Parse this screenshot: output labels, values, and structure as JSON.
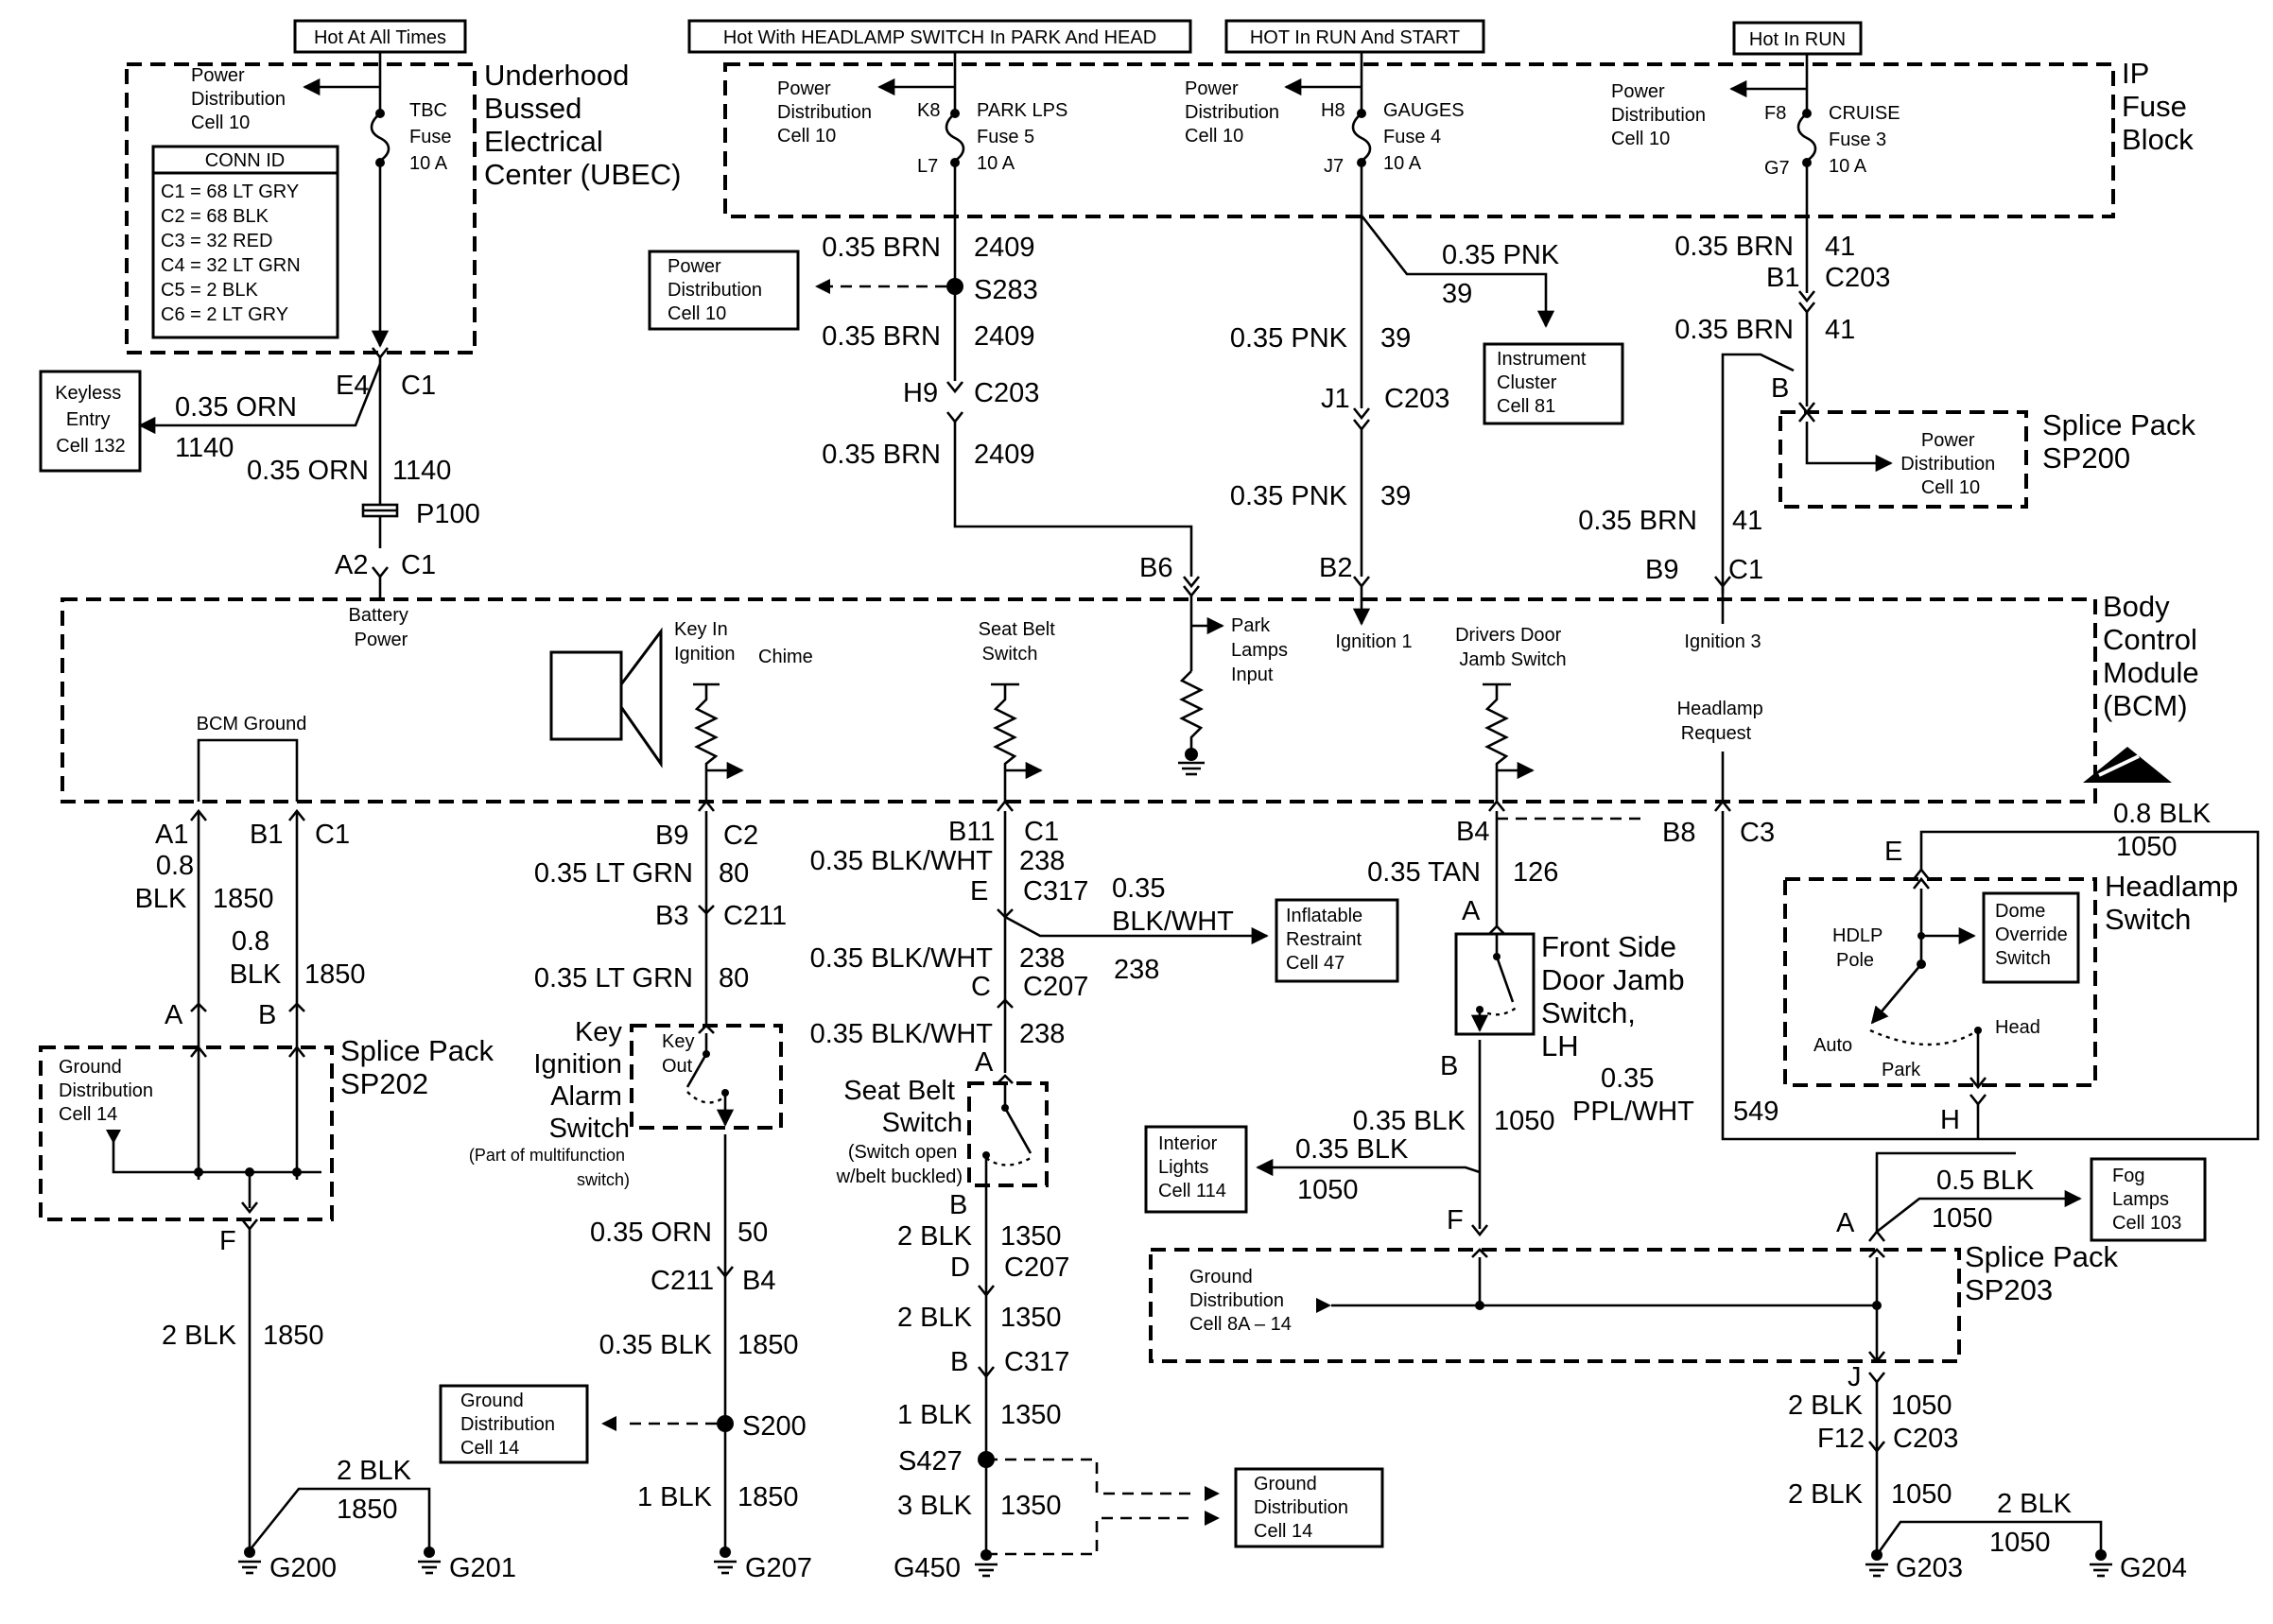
{
  "supply": {
    "hot_at_all_times": "Hot At All Times",
    "hot_headlamp": "Hot With HEADLAMP SWITCH In PARK And HEAD",
    "hot_run_start": "HOT In RUN And START",
    "hot_run": "Hot In RUN"
  },
  "ubec": {
    "title": [
      "Underhood",
      "Bussed",
      "Electrical",
      "Center (UBEC)"
    ],
    "power_ref": [
      "Power",
      "Distribution",
      "Cell 10"
    ],
    "fuse": [
      "TBC",
      "Fuse",
      "10 A"
    ],
    "conn_title": "CONN ID",
    "conn_rows": [
      "C1 = 68 LT GRY",
      "C2 = 68 BLK",
      "C3 = 32 RED",
      "C4 = 32 LT GRN",
      "C5 = 2 BLK",
      "C6 = 2 LT GRY"
    ]
  },
  "ip_fuse_block": {
    "title": [
      "IP",
      "Fuse",
      "Block"
    ],
    "power_ref": [
      "Power",
      "Distribution",
      "Cell 10"
    ],
    "park": {
      "in_pin": "K8",
      "out_pin": "L7",
      "fuse": [
        "PARK LPS",
        "Fuse 5",
        "10 A"
      ]
    },
    "gauges": {
      "in_pin": "H8",
      "out_pin": "J7",
      "fuse": [
        "GAUGES",
        "Fuse 4",
        "10 A"
      ]
    },
    "cruise": {
      "in_pin": "F8",
      "out_pin": "G7",
      "fuse": [
        "CRUISE",
        "Fuse 3",
        "10 A"
      ]
    }
  },
  "col_ubec": {
    "keyless_box": [
      "Keyless",
      "Entry",
      "Cell 132"
    ],
    "e4": "E4",
    "c1": "C1",
    "w1_wire": "0.35 ORN",
    "w1_circ": "1140",
    "w2_wire": "0.35 ORN",
    "w2_circ": "1140",
    "p100": "P100",
    "a2": "A2",
    "c1b": "C1",
    "battery_power": [
      "Battery",
      "Power"
    ]
  },
  "col_park": {
    "w1_wire": "0.35 BRN",
    "w1_circ": "2409",
    "power_box": [
      "Power",
      "Distribution",
      "Cell 10"
    ],
    "splice": "S283",
    "w2_wire": "0.35 BRN",
    "w2_circ": "2409",
    "h9": "H9",
    "c203": "C203",
    "w3_wire": "0.35 BRN",
    "w3_circ": "2409",
    "b6": "B6",
    "park_input": [
      "Park",
      "Lamps",
      "Input"
    ]
  },
  "col_gauges": {
    "branch_wire": "0.35 PNK",
    "branch_circ": "39",
    "cluster_box": [
      "Instrument",
      "Cluster",
      "Cell 81"
    ],
    "w1_wire": "0.35 PNK",
    "w1_circ": "39",
    "j1": "J1",
    "c203": "C203",
    "w2_wire": "0.35 PNK",
    "w2_circ": "39",
    "b2": "B2",
    "ign1": "Ignition 1"
  },
  "col_cruise": {
    "w1_wire": "0.35 BRN",
    "w1_circ": "41",
    "b1": "B1",
    "c203": "C203",
    "w2_wire": "0.35 BRN",
    "w2_circ": "41",
    "sp200_b": "B",
    "sp200_title": [
      "Splice Pack",
      "SP200"
    ],
    "sp200_ref": [
      "Power",
      "Distribution",
      "Cell 10"
    ],
    "w3_wire": "0.35 BRN",
    "w3_circ": "41",
    "b9": "B9",
    "c1": "C1",
    "ign3": "Ignition 3"
  },
  "bcm": {
    "title": [
      "Body",
      "Control",
      "Module",
      "(BCM)"
    ],
    "bcm_ground": "BCM Ground",
    "key_in": [
      "Key In",
      "Ignition"
    ],
    "chime": "Chime",
    "seat_belt": [
      "Seat Belt",
      "Switch"
    ],
    "drivers_door": [
      "Drivers Door",
      "Jamb Switch"
    ],
    "headlamp_request": [
      "Headlamp",
      "Request"
    ]
  },
  "col_ground": {
    "a1": "A1",
    "b1": "B1",
    "c1": "C1",
    "wa_wire": [
      "0.8",
      "BLK"
    ],
    "wa_circ": "1850",
    "wb_wire": [
      "0.8",
      "BLK"
    ],
    "wb_circ": "1850",
    "a": "A",
    "b": "B",
    "sp202_title": [
      "Splice Pack",
      "SP202"
    ],
    "sp202_ref": [
      "Ground",
      "Distribution",
      "Cell 14"
    ],
    "f": "F",
    "w_wire": "2 BLK",
    "w_circ": "1850",
    "w2_wire": "2 BLK",
    "w2_circ": "1850",
    "g200": "G200",
    "g201": "G201"
  },
  "col_key": {
    "b9": "B9",
    "c2": "C2",
    "w1_wire": "0.35 LT GRN",
    "w1_circ": "80",
    "b3": "B3",
    "c211": "C211",
    "w2_wire": "0.35 LT GRN",
    "w2_circ": "80",
    "switch_title": [
      "Key",
      "Ignition",
      "Alarm",
      "Switch"
    ],
    "switch_note": [
      "(Part of multifunction",
      "switch)"
    ],
    "key_out": [
      "Key",
      "Out"
    ],
    "w3_wire": "0.35 ORN",
    "w3_circ": "50",
    "c211b": "C211",
    "b4": "B4",
    "w4_wire": "0.35 BLK",
    "w4_circ": "1850",
    "ground_box": [
      "Ground",
      "Distribution",
      "Cell 14"
    ],
    "splice": "S200",
    "w5_wire": "1 BLK",
    "w5_circ": "1850",
    "g207": "G207"
  },
  "col_belt": {
    "b11": "B11",
    "c1": "C1",
    "w1_wire": "0.35 BLK/WHT",
    "w1_circ": "238",
    "e": "E",
    "c317": "C317",
    "branch_wire": [
      "0.35",
      "BLK/WHT"
    ],
    "branch_circ": "238",
    "airbag_box": [
      "Inflatable",
      "Restraint",
      "Cell 47"
    ],
    "w2_wire": "0.35 BLK/WHT",
    "w2_circ": "238",
    "c": "C",
    "c207": "C207",
    "w3_wire": "0.35 BLK/WHT",
    "w3_circ": "238",
    "a": "A",
    "switch_title": [
      "Seat Belt",
      "Switch"
    ],
    "switch_note": [
      "(Switch open",
      "w/belt buckled)"
    ],
    "b": "B",
    "w4_wire": "2 BLK",
    "w4_circ": "1350",
    "d": "D",
    "c207b": "C207",
    "w5_wire": "2 BLK",
    "w5_circ": "1350",
    "b2": "B",
    "c317b": "C317",
    "w6_wire": "1 BLK",
    "w6_circ": "1350",
    "s427": "S427",
    "w7_wire": "3 BLK",
    "w7_circ": "1350",
    "g450": "G450",
    "ground_box": [
      "Ground",
      "Distribution",
      "Cell 14"
    ]
  },
  "col_door": {
    "b4": "B4",
    "w1_wire": "0.35 TAN",
    "w1_circ": "126",
    "a": "A",
    "switch_title": [
      "Front Side",
      "Door Jamb",
      "Switch,",
      "LH"
    ],
    "b": "B",
    "w2_wire": "0.35 BLK",
    "w2_circ": "1050",
    "branch_wire": "0.35 BLK",
    "branch_circ": "1050",
    "interior_box": [
      "Interior",
      "Lights",
      "Cell 114"
    ],
    "f": "F"
  },
  "col_headlamp": {
    "b8": "B8",
    "c3": "C3",
    "e_wire": "0.8 BLK",
    "e_circ": "1050",
    "e": "E",
    "switch_title": [
      "Headlamp",
      "Switch"
    ],
    "hdlp_pole": [
      "HDLP",
      "Pole"
    ],
    "dome_box": [
      "Dome",
      "Override",
      "Switch"
    ],
    "auto": "Auto",
    "park": "Park",
    "head": "Head",
    "h": "H",
    "w_wire": [
      "0.35",
      "PPL/WHT"
    ],
    "w_circ": "549"
  },
  "col_sp203": {
    "a": "A",
    "fog_wire": "0.5 BLK",
    "fog_circ": "1050",
    "fog_box": [
      "Fog",
      "Lamps",
      "Cell 103"
    ],
    "sp203_title": [
      "Splice Pack",
      "SP203"
    ],
    "sp203_ref": [
      "Ground",
      "Distribution",
      "Cell 8A – 14"
    ],
    "j": "J",
    "w1_wire": "2 BLK",
    "w1_circ": "1050",
    "f12": "F12",
    "c203": "C203",
    "w2_wire": "2 BLK",
    "w2_circ": "1050",
    "w3_wire": "2 BLK",
    "w3_circ": "1050",
    "g203": "G203",
    "g204": "G204"
  }
}
